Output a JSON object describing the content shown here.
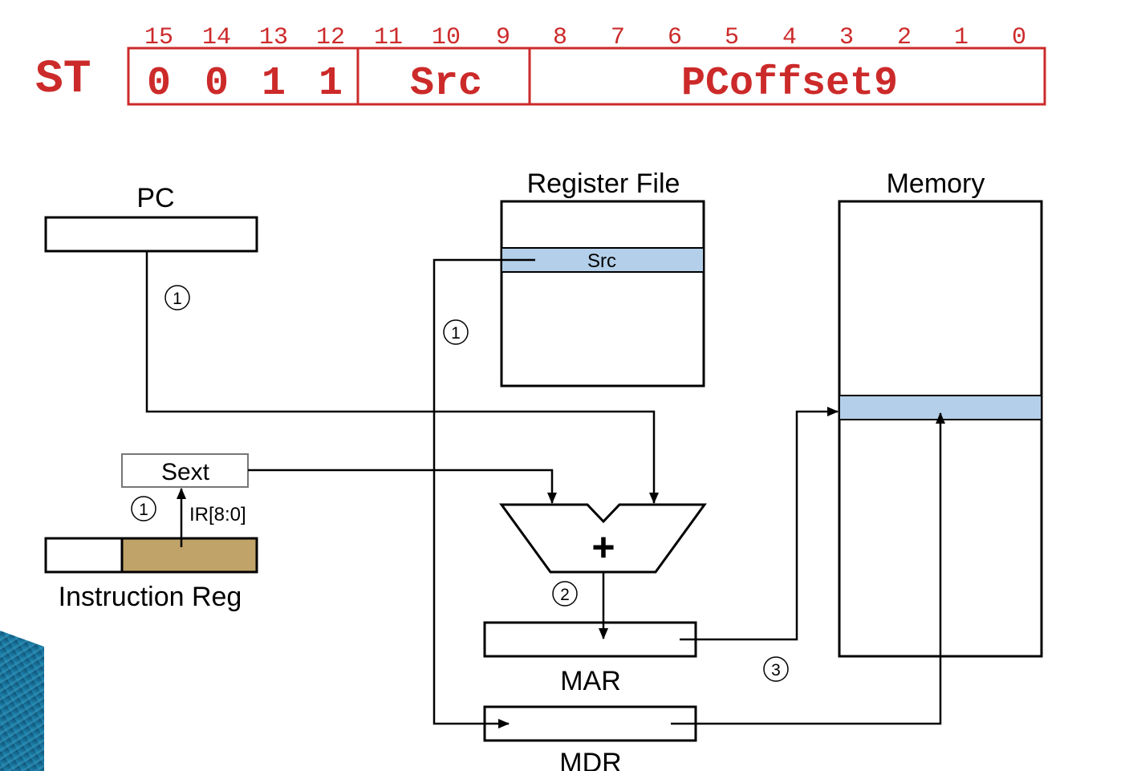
{
  "instruction": {
    "mnemonic": "ST",
    "bit_numbers": [
      "15",
      "14",
      "13",
      "12",
      "11",
      "10",
      "9",
      "8",
      "7",
      "6",
      "5",
      "4",
      "3",
      "2",
      "1",
      "0"
    ],
    "opcode_bits": [
      "0",
      "0",
      "1",
      "1"
    ],
    "field_src": "Src",
    "field_offset": "PCoffset9",
    "color": "#cc2a2a"
  },
  "datapath": {
    "pc_label": "PC",
    "register_file_label": "Register File",
    "register_src_label": "Src",
    "memory_label": "Memory",
    "sext_label": "Sext",
    "ir_bits_label": "IR[8:0]",
    "instruction_reg_label": "Instruction Reg",
    "adder_symbol": "+",
    "mar_label": "MAR",
    "mdr_label": "MDR",
    "highlight_color": "#b3cfe9",
    "ir_field_color": "#bfa369"
  },
  "steps": {
    "pc_path": "1",
    "src_path": "1",
    "ir_path": "1",
    "adder_path": "2",
    "memory_path": "3"
  }
}
